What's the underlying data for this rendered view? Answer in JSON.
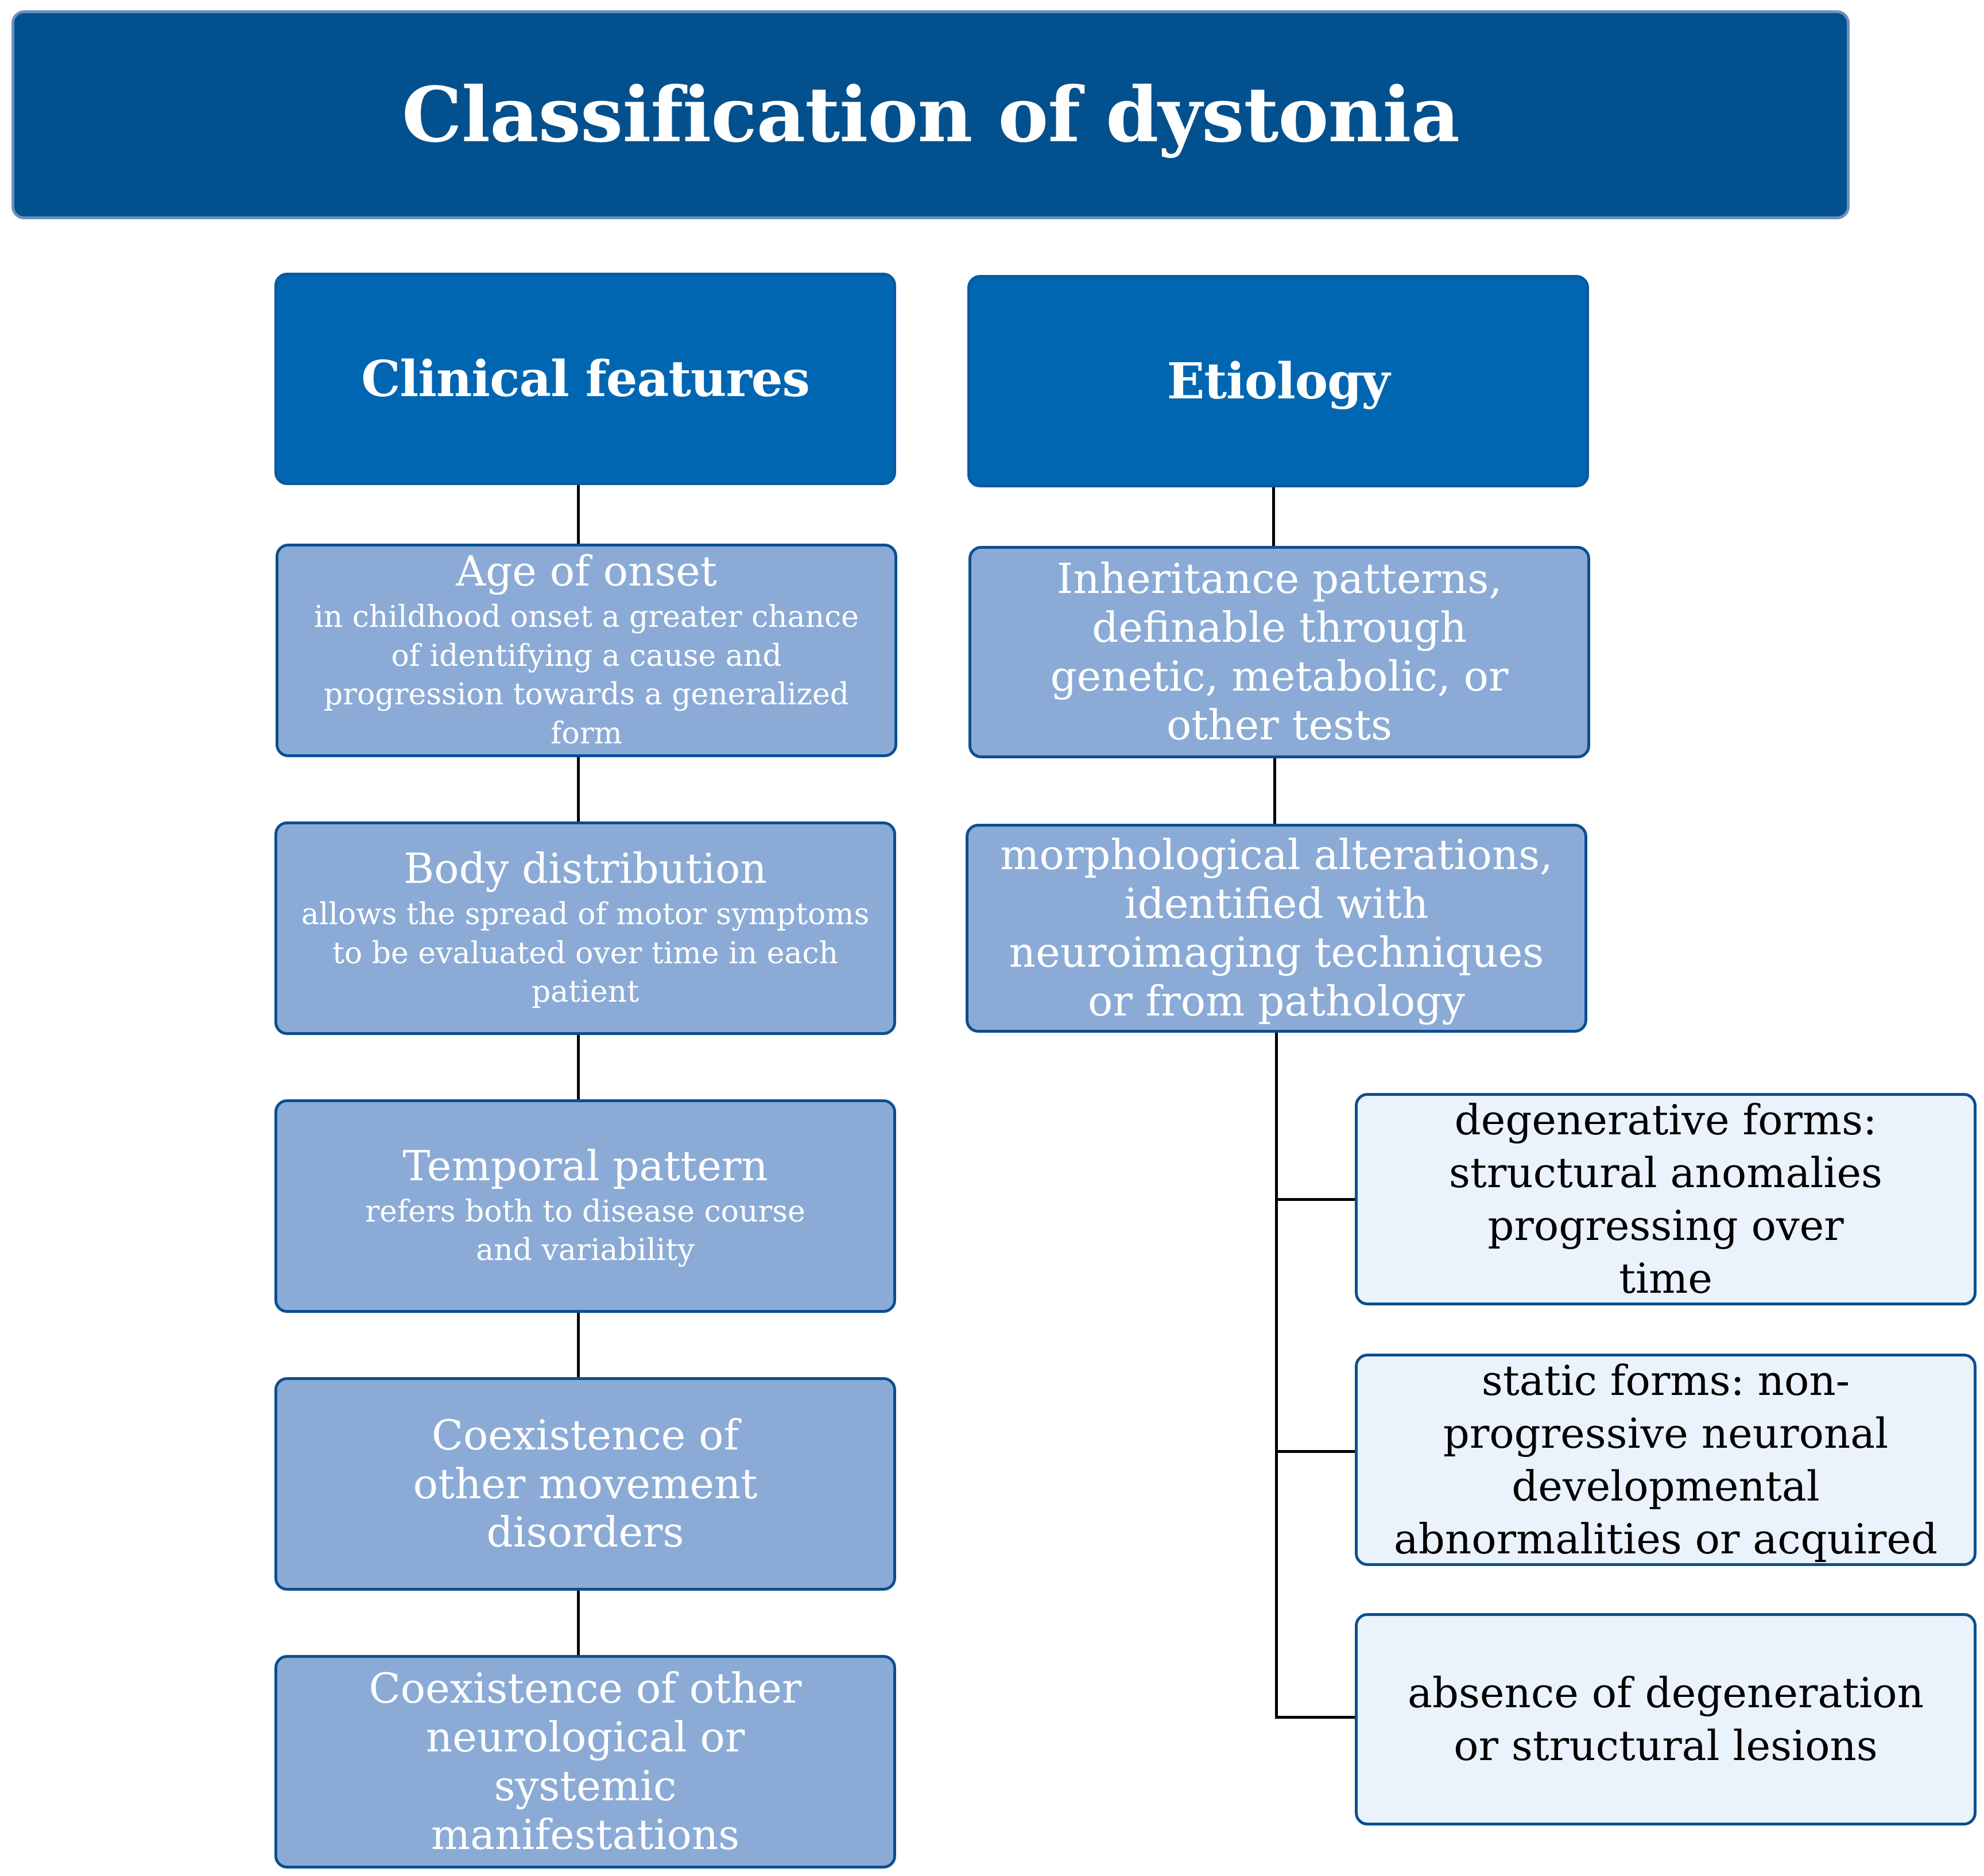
{
  "title": "Classification of dystonia",
  "colors": {
    "title_bg": "#02508d",
    "header_bg": "#0066b2",
    "node_bg": "#8babd6",
    "leaf_bg": "#eaf2fb",
    "border": "#0b4f8f",
    "connector": "#000000"
  },
  "clinical": {
    "header": "Clinical features",
    "items": [
      {
        "title": "Age of onset",
        "description": "in childhood onset a greater chance of identifying a cause and progression towards a generalized form"
      },
      {
        "title": "Body distribution",
        "description": "allows the spread of motor symptoms to be evaluated over time in each patient"
      },
      {
        "title": "Temporal pattern",
        "description": "refers both to disease course  and variability"
      },
      {
        "title": "Coexistence of other movement disorders"
      },
      {
        "title": "Coexistence of other neurological or systemic manifestations"
      }
    ]
  },
  "etiology": {
    "header": "Etiology",
    "items": [
      {
        "title": "Inheritance patterns, definable through genetic, metabolic, or other tests"
      },
      {
        "title": "morphological alterations, identified with neuroimaging techniques or from pathology"
      }
    ],
    "subitems": [
      {
        "title": "degenerative forms: structural anomalies progressing over time"
      },
      {
        "title": "static forms: non-progressive neuronal developmental abnormalities or acquired"
      },
      {
        "title": "absence of degeneration or structural lesions"
      }
    ]
  }
}
